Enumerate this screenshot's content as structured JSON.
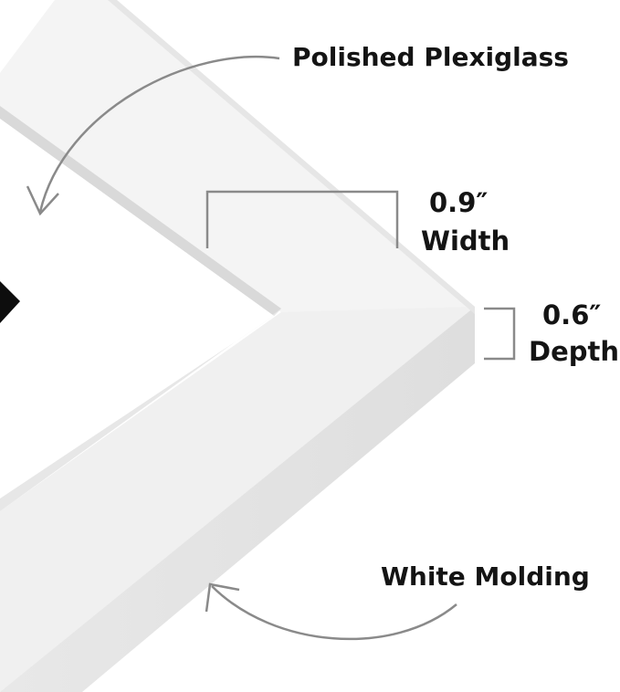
{
  "image": {
    "subject": "white-picture-frame-corner",
    "colors": {
      "background": "#ffffff",
      "frame_face": "#f1f1f1",
      "frame_side": "#e2e2e2",
      "glass_edge": "#d9d9d9",
      "dark_corner": "#0d0d0d",
      "callout_lines": "#8a8a8a",
      "text": "#141414"
    }
  },
  "callouts": {
    "plexiglass": "Polished Plexiglass",
    "width_value": "0.9″",
    "width_label": "Width",
    "depth_value": "0.6″",
    "depth_label": "Depth",
    "molding": "White Molding"
  }
}
